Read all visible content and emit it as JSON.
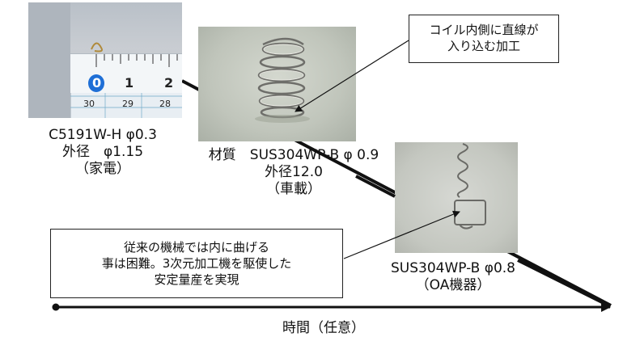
{
  "items": [
    {
      "caption_lines": [
        "C5191W-H φ0.3",
        "外径　φ1.15",
        "（家電）"
      ]
    },
    {
      "caption_lines": [
        "材質　SUS304WP-B φ 0.9",
        "外径12.0",
        "（車載）"
      ]
    },
    {
      "caption_lines": [
        "SUS304WP-B φ0.8",
        "（OA機器）"
      ]
    }
  ],
  "ruler": {
    "top_numbers": [
      "0",
      "1",
      "2"
    ],
    "bottom_numbers": [
      "30",
      "29",
      "28"
    ]
  },
  "callouts": {
    "coil": [
      "コイル内側に直線が",
      "入り込む加工"
    ],
    "machine": [
      "従来の機械では内に曲げる",
      "事は困難。3次元加工機を駆使した",
      "安定量産を実現"
    ]
  },
  "axis": {
    "label": "時間（任意）"
  }
}
